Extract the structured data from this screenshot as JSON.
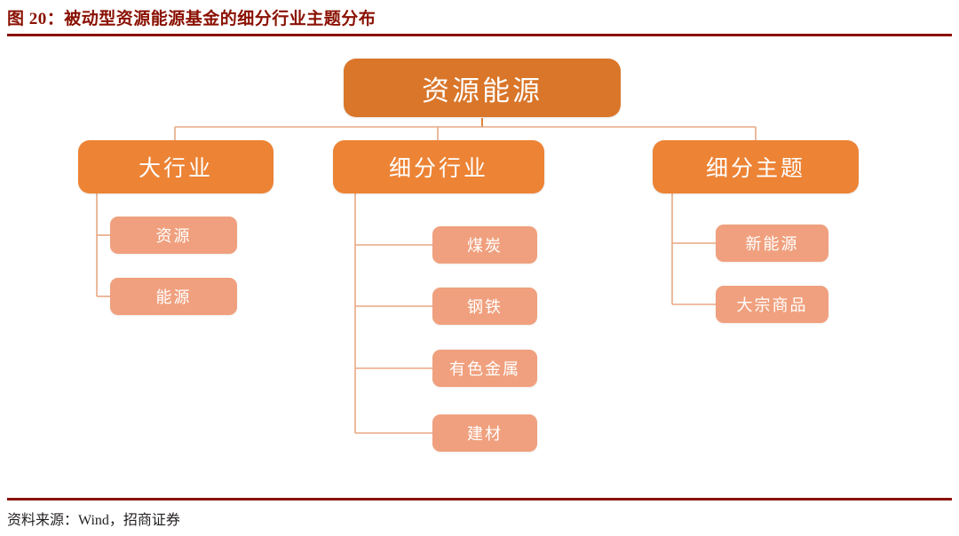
{
  "figure": {
    "label": "图  20：被动型资源能源基金的细分行业主题分布",
    "source": "资料来源：Wind，招商证券",
    "rule_color": "#8a1002",
    "title_color": "#8a1002"
  },
  "palette": {
    "root_fill": "#d9762a",
    "branch_fill": "#ed8335",
    "leaf_fill": "#f0a07e",
    "connector": "#e8a883",
    "node_text": "#ffffff",
    "background": "#ffffff"
  },
  "chart_data": {
    "type": "diagram",
    "subtype": "org-tree",
    "title": "被动型资源能源基金的细分行业主题分布",
    "orientation": "top-down-then-left-right",
    "root": {
      "id": "root",
      "label": "资源能源",
      "level": 0
    },
    "branches": [
      {
        "id": "branch-big-industry",
        "label": "大行业",
        "level": 1,
        "children": [
          {
            "id": "leaf-ziyuan",
            "label": "资源",
            "level": 2
          },
          {
            "id": "leaf-nengyuan",
            "label": "能源",
            "level": 2
          }
        ]
      },
      {
        "id": "branch-sub-industry",
        "label": "细分行业",
        "level": 1,
        "children": [
          {
            "id": "leaf-meitan",
            "label": "煤炭",
            "level": 2
          },
          {
            "id": "leaf-gangtie",
            "label": "钢铁",
            "level": 2
          },
          {
            "id": "leaf-yousejinshu",
            "label": "有色金属",
            "level": 2
          },
          {
            "id": "leaf-jiancai",
            "label": "建材",
            "level": 2
          }
        ]
      },
      {
        "id": "branch-sub-theme",
        "label": "细分主题",
        "level": 1,
        "children": [
          {
            "id": "leaf-xinnengyuan",
            "label": "新能源",
            "level": 2
          },
          {
            "id": "leaf-dazongshangpin",
            "label": "大宗商品",
            "level": 2
          }
        ]
      }
    ]
  }
}
